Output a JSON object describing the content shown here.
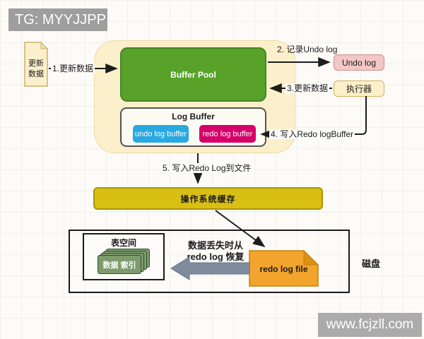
{
  "watermarks": {
    "top_left": "TG: MYYJJPP",
    "bottom_right": "www.fcjzll.com"
  },
  "diagram": {
    "update_note": {
      "line1": "更新",
      "line2": "数据"
    },
    "innodb": {
      "buffer_pool": "Buffer Pool",
      "log_buffer": {
        "title": "Log Buffer",
        "undo": "undo log buffer",
        "redo": "redo log buffer"
      }
    },
    "undo_log": "Undo log",
    "executor": "执行器",
    "os_cache": "操作系统缓存",
    "steps": {
      "s1": "1.更新数据",
      "s2": "2. 记录Undo log",
      "s3": "3.更新数据",
      "s4": "4. 写入Redo logBuffer",
      "s5": "5. 写入Redo Log到文件"
    },
    "disk": {
      "label": "磁盘",
      "tablespace": {
        "title": "表空间",
        "card": "数据 索引"
      },
      "recover": {
        "line1": "数据丢失时从",
        "line2": "redo log 恢复"
      },
      "redo_log_file": "redo log file"
    }
  },
  "colors": {
    "buffer_pool_green": "#58a22a",
    "undo_buffer_blue": "#29a9e1",
    "redo_buffer_magenta": "#d50069",
    "undo_log_pink": "#f4c6c6",
    "executor_cream": "#fbf0c8",
    "innodb_cream": "#fbf0cb",
    "os_cache_gold": "#d9bf12",
    "redo_file_orange": "#f2a42c",
    "tablespace_card_green": "#7d9b6d",
    "recover_arrow_gray": "#7e8c9e",
    "watermark_gray": "#9e9e9e"
  }
}
